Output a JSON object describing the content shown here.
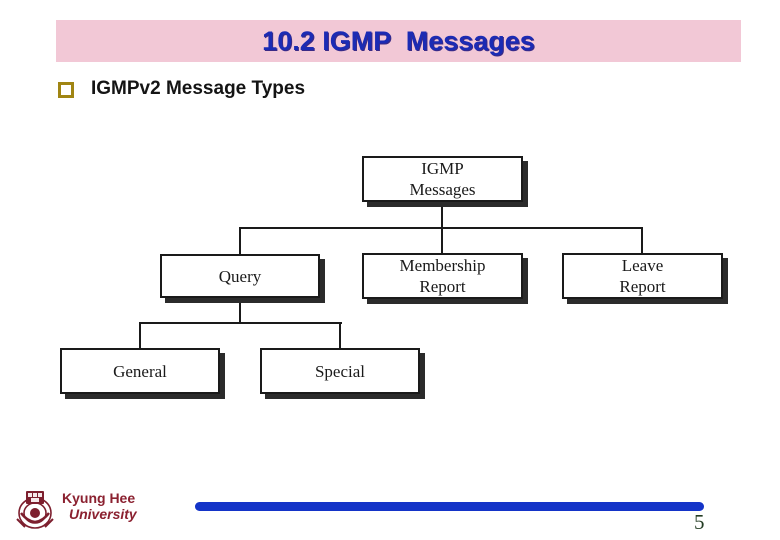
{
  "slide": {
    "title": "10.2 IGMP  Messages",
    "bullet": {
      "label": "IGMPv2 Message Types"
    },
    "page_number": "5",
    "footer": {
      "org_line1": "Kyung Hee",
      "org_line2": "University"
    },
    "colors": {
      "header_bg": "#f2c8d6",
      "title_text": "#1b2bb4",
      "bullet_square_border": "#a08513",
      "footer_text": "#8b2130",
      "footer_line": "#1434c8",
      "box_border": "#1a1a1a",
      "box_shadow": "#2b2b2b",
      "page_number_text": "#233c23"
    }
  },
  "diagram": {
    "nodes": {
      "root": {
        "label": "IGMP\nMessages"
      },
      "query": {
        "label": "Query"
      },
      "membership": {
        "label": "Membership\nReport"
      },
      "leave": {
        "label": "Leave\nReport"
      },
      "general": {
        "label": "General"
      },
      "special": {
        "label": "Special"
      }
    },
    "edges": [
      [
        "IGMP Messages",
        "Query"
      ],
      [
        "IGMP Messages",
        "Membership Report"
      ],
      [
        "IGMP Messages",
        "Leave Report"
      ],
      [
        "Query",
        "General"
      ],
      [
        "Query",
        "Special"
      ]
    ]
  }
}
